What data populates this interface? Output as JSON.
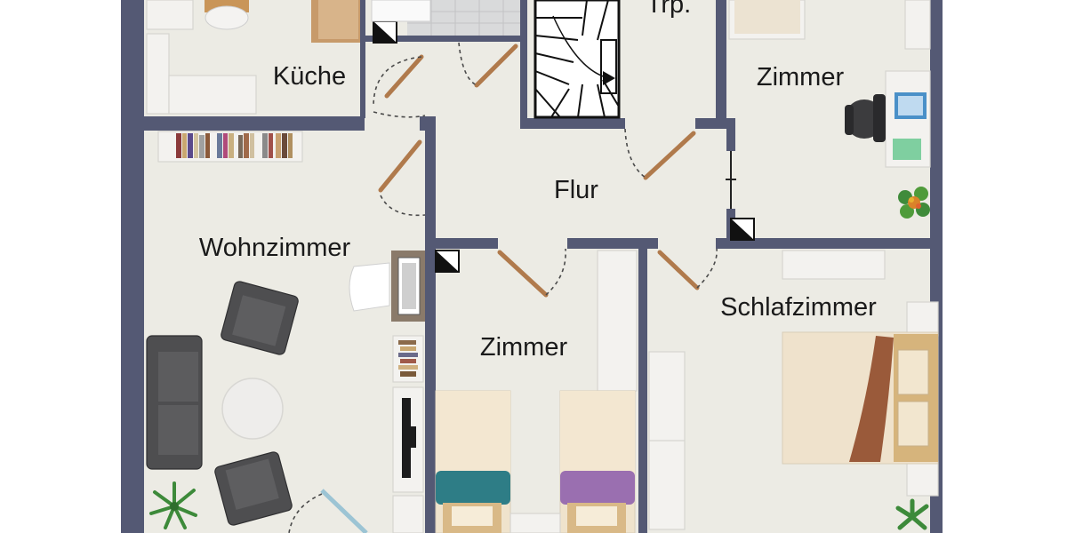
{
  "plan": {
    "rooms": [
      {
        "key": "kitchen",
        "label": "Küche"
      },
      {
        "key": "stair",
        "label": "Trp."
      },
      {
        "key": "room_ne",
        "label": "Zimmer"
      },
      {
        "key": "hall",
        "label": "Flur"
      },
      {
        "key": "living",
        "label": "Wohnzimmer"
      },
      {
        "key": "room_s",
        "label": "Zimmer"
      },
      {
        "key": "bedroom",
        "label": "Schlafzimmer"
      }
    ]
  },
  "colors": {
    "wall": "#545974",
    "floor": "#ecebe4",
    "door_leaf": "#b07a4c",
    "blanket_teal": "#2e7d86",
    "blanket_purple": "#9a6fb0"
  }
}
